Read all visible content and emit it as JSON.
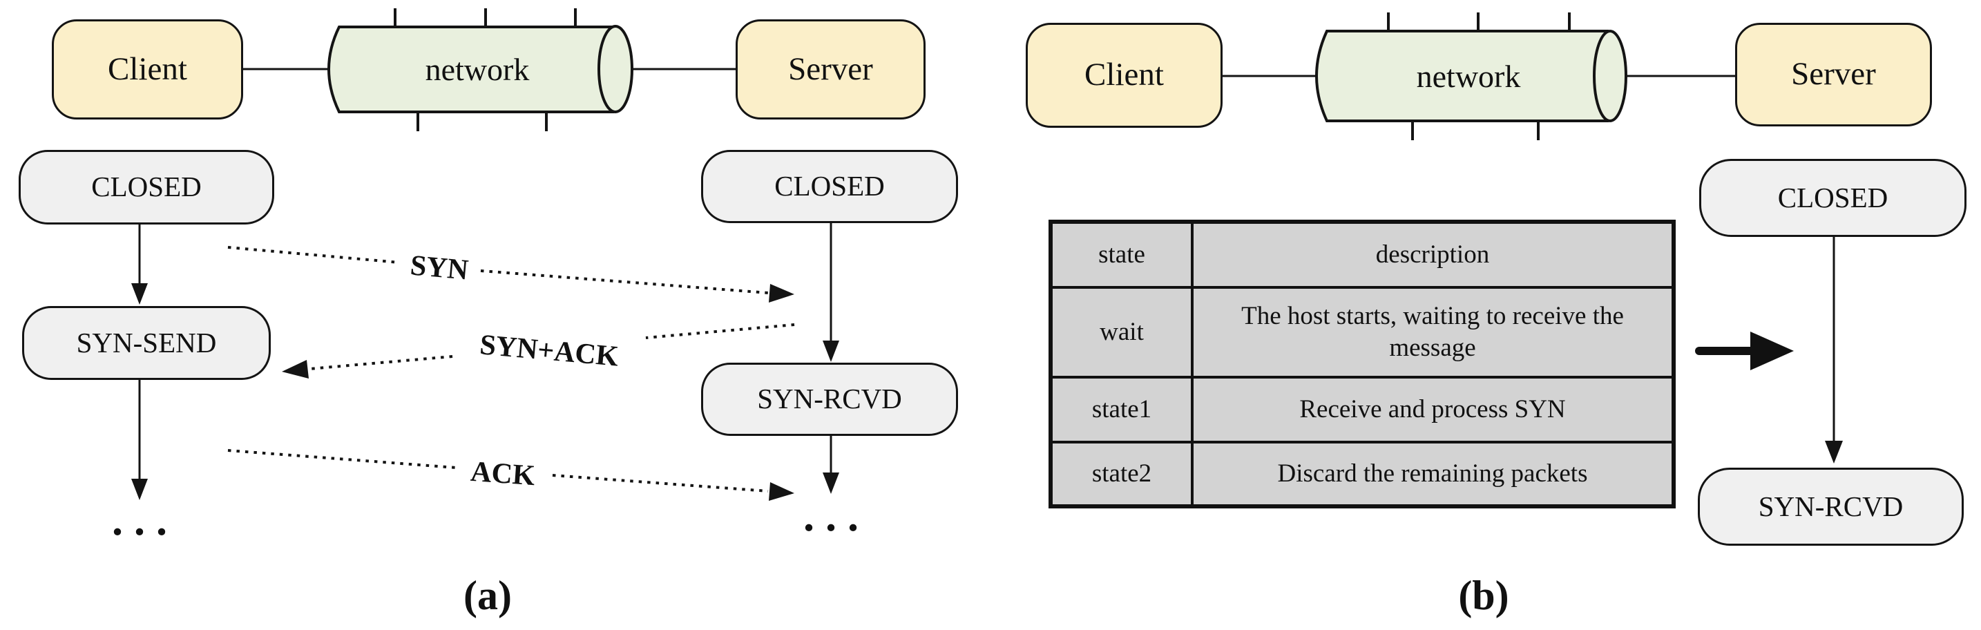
{
  "a": {
    "caption": "(a)",
    "client": "Client",
    "network": "network",
    "server": "Server",
    "closed_client": "CLOSED",
    "closed_server": "CLOSED",
    "syn_send": "SYN-SEND",
    "syn_rcvd": "SYN-RCVD",
    "msg_syn": "SYN",
    "msg_syn_ack": "SYN+ACK",
    "msg_ack": "ACK",
    "ellipsis_client": "...",
    "ellipsis_server": "..."
  },
  "b": {
    "caption": "(b)",
    "client": "Client",
    "network": "network",
    "server": "Server",
    "closed": "CLOSED",
    "syn_rcvd": "SYN-RCVD",
    "table": {
      "headers": {
        "state": "state",
        "description": "description"
      },
      "rows": [
        {
          "state": "wait",
          "description": "The host starts, waiting to receive the message"
        },
        {
          "state": "state1",
          "description": "Receive and process SYN"
        },
        {
          "state": "state2",
          "description": "Discard the remaining packets"
        }
      ]
    }
  },
  "colors": {
    "host_fill": "#FBEFC9",
    "network_fill": "#E9F0DE",
    "state_fill": "#F0F0F0",
    "table_fill": "#D3D3D3",
    "ink": "#111111",
    "background": "#FFFFFF"
  }
}
